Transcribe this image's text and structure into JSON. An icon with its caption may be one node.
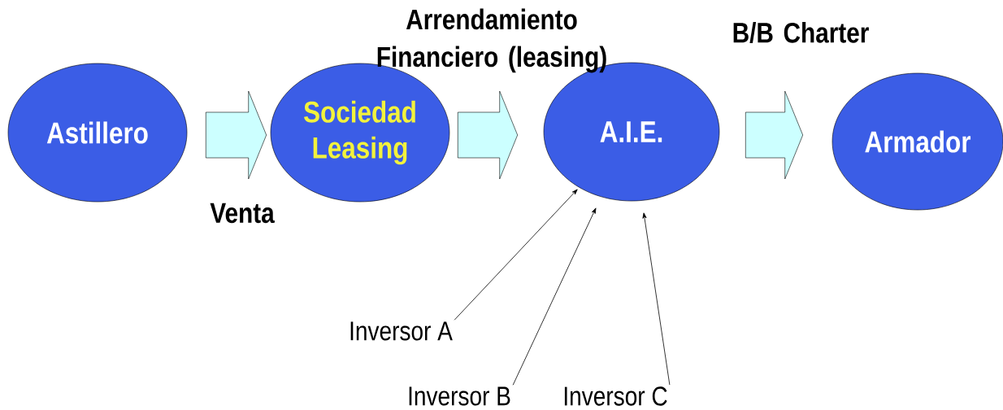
{
  "diagram": {
    "nodes": [
      {
        "text": [
          "Astillero"
        ]
      },
      {
        "text": [
          "Sociedad Leasing"
        ]
      },
      {
        "text": [
          "A.I.E."
        ]
      },
      {
        "text": [
          "Armador"
        ]
      },
      {
        "text": [
          "Inversor A"
        ]
      },
      {
        "text": [
          "Inversor B"
        ]
      },
      {
        "text": [
          "Inversor C"
        ]
      }
    ],
    "edges": [
      {
        "from": 0,
        "to": 1,
        "arrow": "to",
        "label": "Venta",
        "style": "thick"
      },
      {
        "from": 1,
        "to": 2,
        "arrow": "to",
        "label": "Arrendamiento Financiero (leasing)",
        "style": "thick"
      },
      {
        "from": 2,
        "to": 3,
        "arrow": "to",
        "label": "B/B Charter",
        "style": "thick"
      },
      {
        "from": 4,
        "to": 2,
        "arrow": "to"
      },
      {
        "from": 5,
        "to": 2,
        "arrow": "to"
      },
      {
        "from": 6,
        "to": 2,
        "arrow": "to"
      }
    ]
  }
}
